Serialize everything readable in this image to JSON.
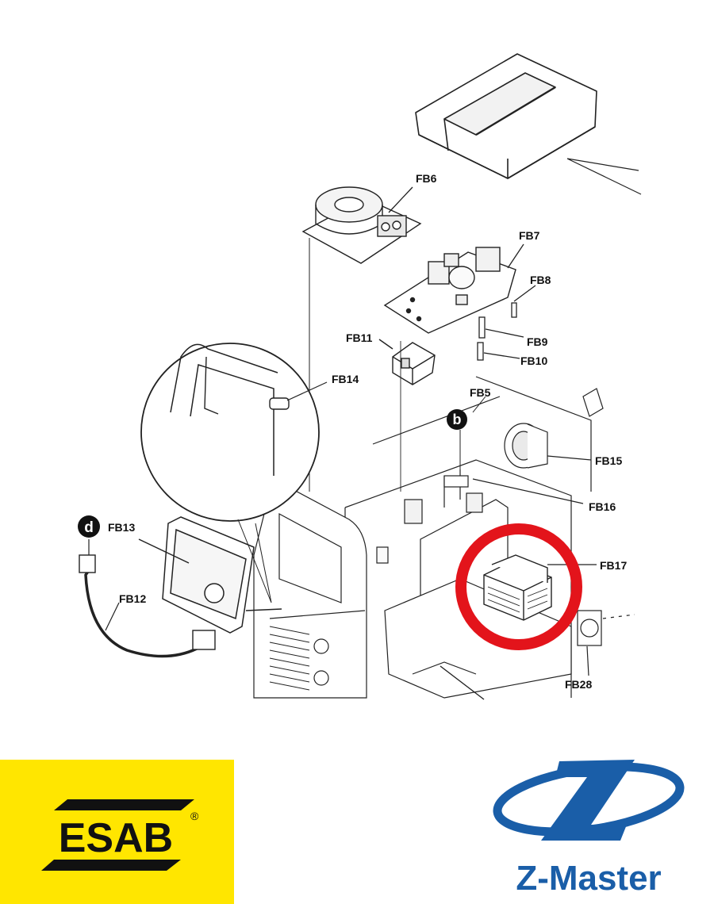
{
  "diagram": {
    "labels": {
      "fb5": "FB5",
      "fb6": "FB6",
      "fb7": "FB7",
      "fb8": "FB8",
      "fb9": "FB9",
      "fb10": "FB10",
      "fb11": "FB11",
      "fb12": "FB12",
      "fb13": "FB13",
      "fb14": "FB14",
      "fb15": "FB15",
      "fb16": "FB16",
      "fb17": "FB17",
      "fb28": "FB28"
    },
    "markers": {
      "b": "b",
      "d": "d"
    },
    "highlight": {
      "target": "FB17",
      "color": "#e3141b"
    }
  },
  "logos": {
    "esab": {
      "text": "ESAB",
      "registered": "®",
      "background": "#ffe600"
    },
    "zmaster": {
      "text": "Z-Master",
      "color": "#1a5ea8"
    }
  }
}
